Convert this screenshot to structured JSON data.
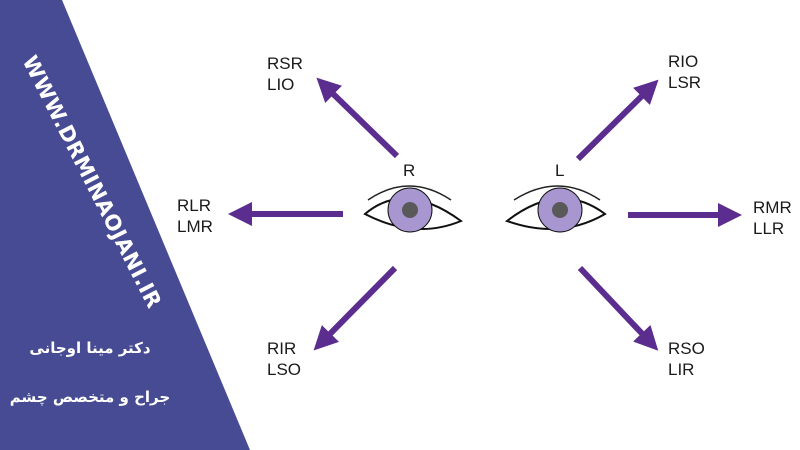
{
  "sidebar": {
    "url": "WWW.DRMINAOJANI.IR",
    "name": "دکتر مینا اوجانی",
    "title": "جراح و متخصص چشم",
    "color": "#464b93"
  },
  "diagram": {
    "arrow_color": "#5b2d8e",
    "iris_color": "#a796cf",
    "pupil_color": "#595959",
    "eyes": {
      "right": "R",
      "left": "L"
    },
    "labels": {
      "up_left": [
        "RSR",
        "LIO"
      ],
      "left": [
        "RLR",
        "LMR"
      ],
      "down_left": [
        "RIR",
        "LSO"
      ],
      "up_right": [
        "RIO",
        "LSR"
      ],
      "right": [
        "RMR",
        "LLR"
      ],
      "down_right": [
        "RSO",
        "LIR"
      ]
    }
  }
}
